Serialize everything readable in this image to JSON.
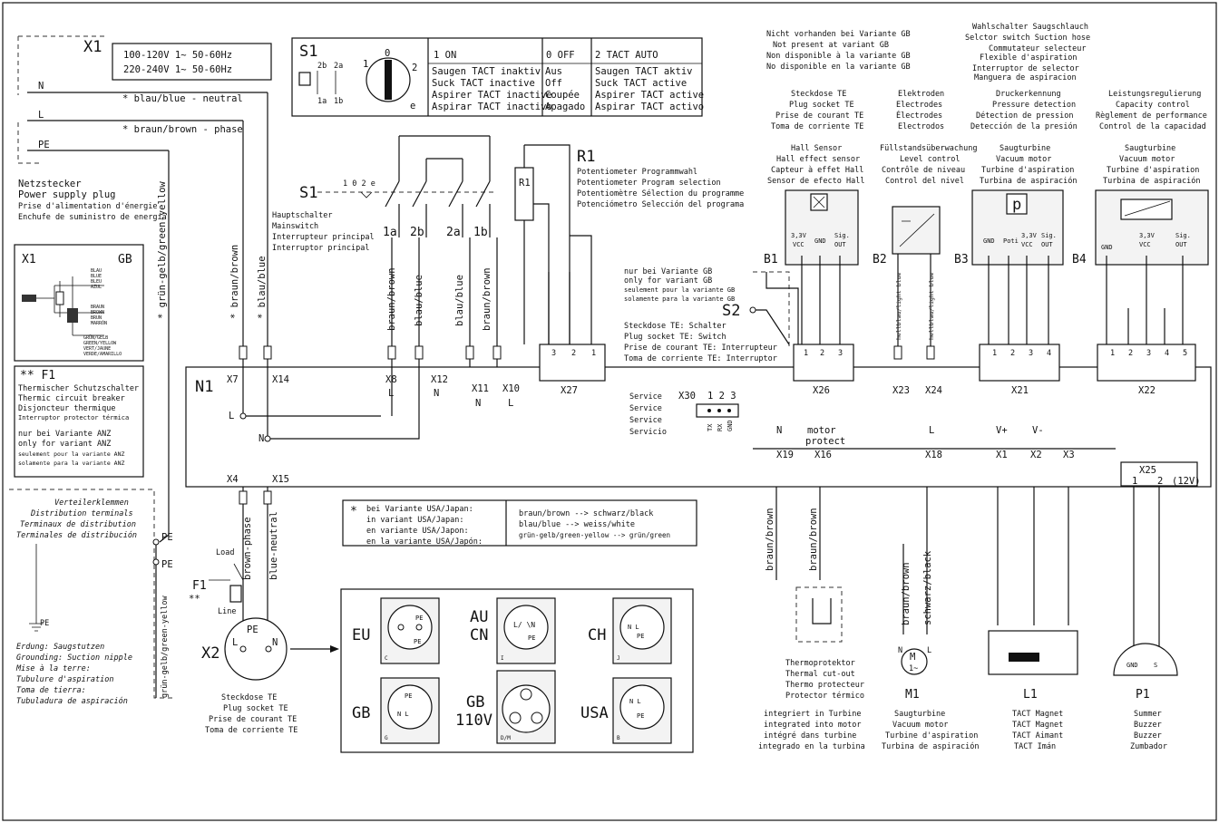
{
  "power": {
    "x1_label": "X1",
    "voltage_lines": [
      "100-120V 1~ 50-60Hz",
      "220-240V 1~ 50-60Hz"
    ],
    "n": "N",
    "l": "L",
    "pe": "PE",
    "neutral_label": "* blau/blue - neutral",
    "phase_label": "* braun/brown - phase",
    "plug_lines": [
      "Netzstecker",
      "Power supply plug",
      "Prise d'alimentation d'énergie",
      "Enchufe de suministro de energía"
    ],
    "green_yellow": "* grün-gelb/green-yellow",
    "green_yellow2": "grün-gelb/green-yellow"
  },
  "gb_box": {
    "title": "X1",
    "variant": "GB",
    "labels1": [
      "BLAU",
      "BLUE",
      "BLEU",
      "AZUL"
    ],
    "labels2": [
      "BRAUN",
      "BROWN",
      "BRUN",
      "MARRÓN"
    ],
    "labels3": [
      "GRÜN/GELB",
      "GREEN/YELLOW",
      "VERT/JAUNE",
      "VERDE/AMARILLO"
    ]
  },
  "f1_box": {
    "title": "** F1",
    "lines": [
      "Thermischer Schutzschalter",
      "Thermic circuit breaker",
      "Disjoncteur thermique",
      "Interruptor protector térmica"
    ],
    "anz_lines": [
      "nur bei Variante ANZ",
      "only for variant ANZ",
      "seulement pour la variante ANZ",
      "solamente para la variante ANZ"
    ]
  },
  "distribution": {
    "lines": [
      "Verteilerklemmen",
      "Distribution terminals",
      "Terminaux de distribution",
      "Terminales de distribución"
    ],
    "pe": "PE"
  },
  "ground": {
    "pe": "PE",
    "lines": [
      "Erdung:  Saugstutzen",
      "Grounding:  Suction nipple",
      "Mise à la terre:",
      "Tubulure d'aspiration",
      "Toma de tierra:",
      "Tubuladura de aspiración"
    ]
  },
  "s1_table": {
    "s1": "S1",
    "contacts": [
      "2b",
      "2a",
      "1a",
      "1b"
    ],
    "dial": [
      "1",
      "0",
      "2",
      "e"
    ],
    "col1_head": "1  ON",
    "col2_head": "0  OFF",
    "col3_head": "2  TACT AUTO",
    "col1": [
      "Saugen TACT inaktiv",
      "Suck  TACT inactive",
      "Aspirer TACT inactive",
      "Aspirar TACT inactivo"
    ],
    "col2": [
      "Aus",
      "Off",
      "Coupée",
      "Apagado"
    ],
    "col3": [
      "Saugen TACT aktiv",
      "Suck  TACT active",
      "Aspirer TACT active",
      "Aspirar TACT activo"
    ]
  },
  "mainswitch": {
    "s1": "S1",
    "dial": "1 0 2 e",
    "lines": [
      "Hauptschalter",
      "Mainswitch",
      "Interrupteur principal",
      "Interruptor principal"
    ],
    "contacts": [
      "1a",
      "2b",
      "2a",
      "1b"
    ],
    "wires": [
      "braun/brown",
      "blau/blue",
      "blau/blue",
      "braun/brown"
    ]
  },
  "r1": {
    "title": "R1",
    "label": "R1",
    "lines": [
      "Potentiometer Programmwahl",
      "Potentiometer Program selection",
      "Potentiomètre Sélection du programme",
      "Potenciómetro Selección del programa"
    ]
  },
  "n1": {
    "title": "N1",
    "x7": "X7",
    "x14": "X14",
    "x8": "X8",
    "x12": "X12",
    "x11": "X11",
    "x10": "X10",
    "l": "L",
    "n": "N",
    "x27": "X27",
    "x4": "X4",
    "x15": "X15",
    "x26": "X26",
    "x23": "X23",
    "x24": "X24",
    "x21": "X21",
    "x22": "X22",
    "x19": "X19",
    "x16": "X16",
    "x18": "X18",
    "xv1": "X1",
    "xv2": "X2",
    "x3": "X3",
    "x25": "X25",
    "x25pins": [
      "1",
      "2",
      "(12V)"
    ],
    "motor_protect": "motor\nprotect",
    "vplus": "V+",
    "vminus": "V-"
  },
  "service": {
    "lines": [
      "Service",
      "Service",
      "Service",
      "Servicio"
    ],
    "x30": "X30",
    "pins": "1 2 3",
    "signals": [
      "TX",
      "RX",
      "GND"
    ]
  },
  "s2": {
    "label": "S2",
    "gb_lines": [
      "nur bei Variante GB",
      "only for variant GB",
      "seulement pour la variante GB",
      "solamente para la variante GB"
    ],
    "plug_lines": [
      "Steckdose TE: Schalter",
      "Plug socket TE: Switch",
      "Prise de courant TE: Interrupteur",
      "Toma de corriente TE: Interruptor"
    ]
  },
  "top_right": {
    "not_present": [
      "Nicht vorhanden bei Variante GB",
      "Not present at variant GB",
      "Non disponible à la variante GB",
      "No disponible en la variante GB"
    ],
    "selector": [
      "Wahlschalter Saugschlauch",
      "Selctor switch Suction hose",
      "Commutateur selecteur",
      "Flexible d'aspiration",
      "Interruptor de selector",
      "Manguera de aspiracion"
    ],
    "steckdose": [
      "Steckdose TE",
      "Plug socket TE",
      "Prise de courant TE",
      "Toma de corriente TE"
    ],
    "elektroden": [
      "Elektroden",
      "Electrodes",
      "Électrodes",
      "Electrodos"
    ],
    "druck": [
      "Druckerkennung",
      "Pressure detection",
      "Détection de pression",
      "Detección de la presión"
    ],
    "leistung": [
      "Leistungsregulierung",
      "Capacity control",
      "Règlement de performance",
      "Control de la capacidad"
    ],
    "hall": [
      "Hall Sensor",
      "Hall effect sensor",
      "Capteur à effet Hall",
      "Sensor de efecto Hall"
    ],
    "fuell": [
      "Füllstandsüberwachung",
      "Level control",
      "Contrôle de niveau",
      "Control del nivel"
    ],
    "turbine1": [
      "Saugturbine",
      "Vacuum motor",
      "Turbine d'aspiration",
      "Turbina de aspiración"
    ],
    "turbine2": [
      "Saugturbine",
      "Vacuum motor",
      "Turbine d'aspiration",
      "Turbina de aspiración"
    ]
  },
  "sensors": {
    "b1": "B1",
    "b2": "B2",
    "b3": "B3",
    "b4": "B4",
    "b1pins": [
      "3,3V",
      "VCC",
      "GND",
      "Sig.",
      "OUT"
    ],
    "b3pins": [
      "GND",
      "Poti",
      "3,3V",
      "VCC",
      "Sig.",
      "OUT"
    ],
    "b4pins": [
      "GND",
      "3,3V",
      "VCC",
      "Sig.",
      "OUT"
    ],
    "b3symbol": "p",
    "lightblue": "hellblau/light blue"
  },
  "usa_table": {
    "star": "*",
    "left": [
      "bei Variante  USA/Japan:",
      "in variant    USA/Japan:",
      "en variante   USA/Japon:",
      "en la variante USA/Japón:"
    ],
    "right": [
      "braun/brown        --> schwarz/black",
      "blau/blue          --> weiss/white",
      "grün-gelb/green-yellow --> grün/green"
    ]
  },
  "sockets": {
    "eu": "EU",
    "au": "AU",
    "cn": "CN",
    "ch": "CH",
    "gb": "GB",
    "gb110": "GB",
    "v110": "110V",
    "usa": "USA",
    "codes": [
      "C",
      "I",
      "J",
      "G",
      "D/M",
      "B"
    ]
  },
  "x2": {
    "label": "X2",
    "pe": "PE",
    "l": "L",
    "n": "N",
    "lines": [
      "Steckdose TE",
      "Plug socket TE",
      "Prise de courant TE",
      "Toma de corriente TE"
    ],
    "brown": "brown-phase",
    "blue": "blue-neutral",
    "f1": "F1",
    "f1stars": "**",
    "load": "Load",
    "line": "Line"
  },
  "thermo": {
    "lines": [
      "Thermoprotektor",
      "Thermal cut-out",
      "Thermo protecteur",
      "Protector térmico"
    ],
    "integ": [
      "integriert in Turbine",
      "integrated into motor",
      "intégré dans turbine",
      "integrado en la turbina"
    ],
    "wire1": "braun/brown",
    "wire2": "braun/brown"
  },
  "m1": {
    "label": "M1",
    "wire1": "braun/brown",
    "wire2": "schwarz/black",
    "lines": [
      "Saugturbine",
      "Vacuum motor",
      "Turbine d'aspiration",
      "Turbina de aspiración"
    ],
    "n": "N",
    "l": "L"
  },
  "l1": {
    "label": "L1",
    "lines": [
      "TACT Magnet",
      "TACT Magnet",
      "TACT Aimant",
      "TACT Imán"
    ]
  },
  "p1": {
    "label": "P1",
    "pins": [
      "GND",
      "S"
    ],
    "lines": [
      "Summer",
      "Buzzer",
      "Buzzer",
      "Zumbador"
    ]
  }
}
